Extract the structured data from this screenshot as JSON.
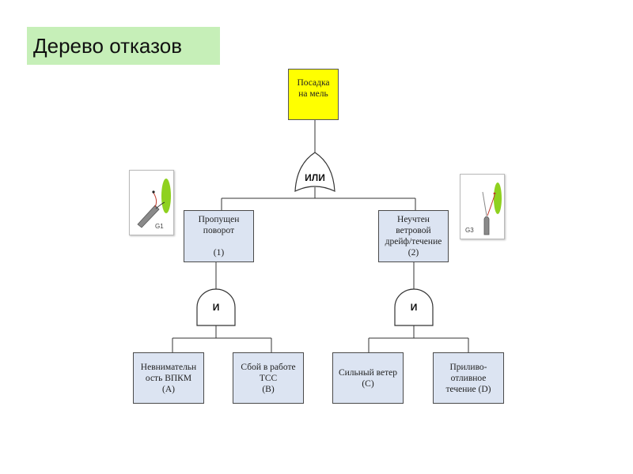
{
  "slide": {
    "title": "Дерево отказов"
  },
  "top_event": {
    "lines": [
      "Посадка",
      "на мель"
    ],
    "color": "#ffff00"
  },
  "gates": {
    "or": {
      "label": "ИЛИ"
    },
    "and_left": {
      "label": "И"
    },
    "and_right": {
      "label": "И"
    }
  },
  "events": {
    "missed_turn": {
      "lines": [
        "Пропущен",
        "поворот",
        "",
        "(1)"
      ]
    },
    "wind_drift": {
      "lines": [
        "Неучтен",
        "ветровой",
        "дрейф/течение",
        "(2)"
      ]
    },
    "inattention": {
      "lines": [
        "Невнимательн",
        "ость ВПКМ",
        "(A)"
      ]
    },
    "tss_failure": {
      "lines": [
        "Сбой в работе",
        "ТСС",
        "(B)"
      ]
    },
    "strong_wind": {
      "lines": [
        "Сильный ветер",
        "(C)"
      ]
    },
    "tidal_current": {
      "lines": [
        "Приливо-",
        "отливное",
        "течение (D)"
      ]
    }
  },
  "thumbnails": {
    "g1": {
      "label": "G1"
    },
    "g3": {
      "label": "G3"
    }
  },
  "colors": {
    "box_fill": "#dce4f2",
    "title_bg": "#c6efb8",
    "shoal": "#8fd11f"
  }
}
